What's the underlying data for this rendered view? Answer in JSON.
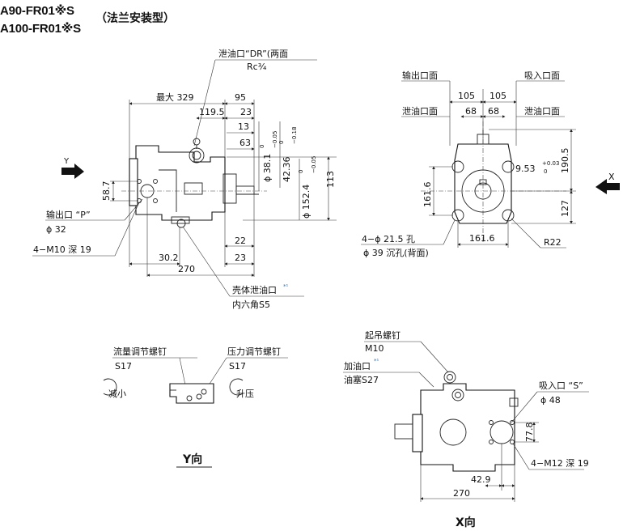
{
  "header": {
    "model_1": "A90-FR01※S",
    "model_2": "A100-FR01※S",
    "mount_type": "（法兰安装型）"
  },
  "side_view": {
    "y_arrow": "Y",
    "drain_port_label": "泄油口“DR”(两面",
    "drain_port_thread": "Rc¾",
    "max_length": "最大 329",
    "dim_95": "95",
    "dim_119_5": "119.5",
    "dim_23_top": "23",
    "dim_13": "13",
    "dim_63": "63",
    "shaft_dia": "ϕ 38.1",
    "shaft_dia_tol_top": "0",
    "shaft_dia_tol_bot": "−0.05",
    "key_height": "42.36",
    "key_height_tol_top": "0",
    "key_height_tol_bot": "−0.18",
    "pilot_dia": "ϕ 152.4",
    "pilot_tol_top": "0",
    "pilot_tol_bot": "−0.05",
    "dim_113": "113",
    "dim_58_7": "58.7",
    "outlet_label": "输出口 “P”",
    "outlet_dia": "ϕ 32",
    "outlet_thread": "4−M10 深 19",
    "dim_22": "22",
    "dim_30_2": "30.2",
    "dim_23_bot": "23",
    "dim_270": "270",
    "case_drain_label": "壳体泄油口",
    "case_drain_mark": "*¹",
    "case_drain_plug": "内六角S5"
  },
  "front_view": {
    "outlet_face": "输出口面",
    "inlet_face": "吸入口面",
    "drain_face_left": "泄油口面",
    "drain_face_right": "泄油口面",
    "dim_105_l": "105",
    "dim_105_r": "105",
    "dim_68_l": "68",
    "dim_68_r": "68",
    "key_width": "9.53",
    "key_tol_top": "+0.03",
    "key_tol_bot": "0",
    "dim_190_5": "190.5",
    "dim_161_6_v": "161.6",
    "dim_127": "127",
    "x_arrow": "X",
    "holes": "4−ϕ 21.5 孔",
    "counterbore": "ϕ 39 沉孔(背面)",
    "dim_161_6_h": "161.6",
    "radius": "R22"
  },
  "y_view": {
    "flow_screw": "流量调节螺钉",
    "flow_size": "S17",
    "pressure_screw": "压力调节螺钉",
    "pressure_size": "S17",
    "decrease": "减小",
    "increase": "升压",
    "view_title": "Y向"
  },
  "x_view": {
    "eyebolt": "起吊螺钉",
    "eyebolt_size": "M10",
    "fill_port": "加油口",
    "fill_mark": "*¹",
    "fill_plug": "油塞S27",
    "inlet_label": "吸入口 “S”",
    "inlet_dia": "ϕ 48",
    "dim_77_8": "77.8",
    "inlet_thread": "4−M12 深 19",
    "dim_42_9": "42.9",
    "dim_270": "270",
    "view_title": "X向"
  },
  "colors": {
    "line": "#222222",
    "accent_mark": "#1a6fd0"
  }
}
